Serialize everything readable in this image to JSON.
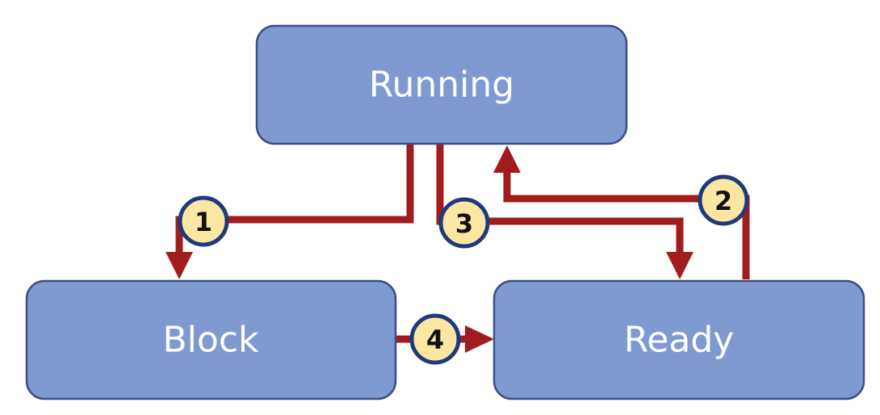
{
  "states": {
    "running": {
      "label": "Running"
    },
    "block": {
      "label": "Block"
    },
    "ready": {
      "label": "Ready"
    }
  },
  "transitions": [
    {
      "number": "1",
      "from": "Running",
      "to": "Block"
    },
    {
      "number": "2",
      "from": "Ready",
      "to": "Running"
    },
    {
      "number": "3",
      "from": "Running",
      "to": "Ready"
    },
    {
      "number": "4",
      "from": "Block",
      "to": "Ready"
    }
  ],
  "colors": {
    "state_fill": "#7f9ad1",
    "state_border": "#3b4f86",
    "arrow": "#a11d1d",
    "badge_fill": "#fbe6a4",
    "badge_border": "#1f3a7a"
  }
}
